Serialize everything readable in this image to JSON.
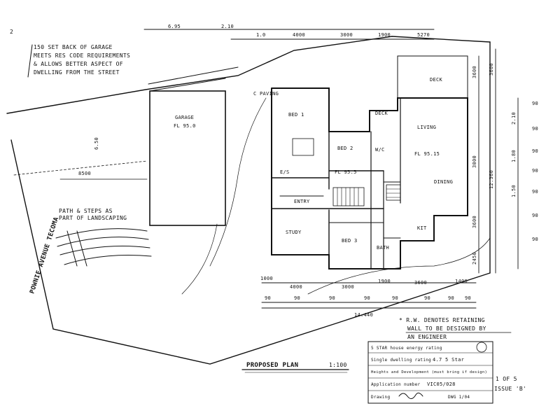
{
  "sheet_mark": "2",
  "top_notes": [
    "150 SET BACK OF GARAGE",
    "MEETS RES CODE REQUIREMENTS",
    "& ALLOWS BETTER ASPECT OF",
    "DWELLING FROM THE STREET"
  ],
  "rooms": {
    "garage": "GARAGE",
    "garage_fl": "FL 95.0",
    "bed1": "BED 1",
    "bed2": "BED 2",
    "bed3": "BED 3",
    "living": "LIVING",
    "living_fl": "FL 95.15",
    "dining": "DINING",
    "study": "STUDY",
    "deck_top": "DECK",
    "deck_mid": "DECK",
    "bath": "BATH",
    "ensuite": "E/S",
    "wc": "W/C",
    "kitchen": "KIT",
    "paving": "C PAVING",
    "fl_mid": "FL 95.5",
    "entry": "ENTRY"
  },
  "left_notes": {
    "path": "PATH & STEPS AS",
    "path2": "PART OF LANDSCAPING",
    "street": "POWNIE AVENUE TECOMA",
    "dim_8500": "8500",
    "dim_650": "6.50"
  },
  "top_dims": [
    "6.95",
    "2.10",
    "1.0",
    "4000",
    "3000",
    "1900",
    "5270"
  ],
  "bottom_dims": [
    "1000",
    "4000",
    "3000",
    "1900",
    "3600",
    "1400"
  ],
  "bottom_90s": [
    "90",
    "90",
    "90",
    "90",
    "90",
    "90",
    "90",
    "90"
  ],
  "overall_dim": "14.440",
  "right_dims": [
    "3600",
    "3600",
    "12.360",
    "2.10",
    "1.80",
    "1.50",
    "2450",
    "3000",
    "3600"
  ],
  "right_90s": [
    "90",
    "90",
    "90",
    "90",
    "90",
    "90",
    "90"
  ],
  "rw_note": [
    "* R.W. DENOTES RETAINING",
    "WALL TO BE DESIGNED BY",
    "AN ENGINEER"
  ],
  "title": "PROPOSED PLAN",
  "scale": "1:100",
  "title_block": {
    "line1": "5 STAR house energy rating",
    "line2_label": "Single dwelling rating",
    "line2_value": "4.7 5 Star",
    "line3": "Heights and Development (must bring if design)",
    "line4_label": "Application number",
    "line4_value": "VIC05/028",
    "line5_label": "Drawing",
    "line5_value": "DWG 1/04",
    "sheet": "1 OF 5",
    "issue": "ISSUE 'B'"
  }
}
